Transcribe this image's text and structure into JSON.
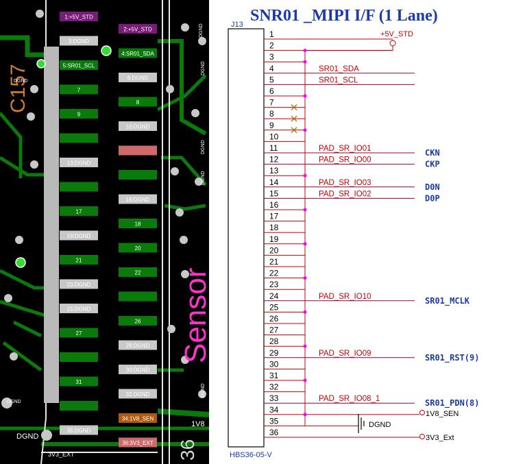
{
  "pcb": {
    "silk_ref": "C157",
    "silk_sensor": "Sensor",
    "silk_pin36": "36",
    "silk_1v8": "1V8",
    "side_labels": [
      "DGND",
      "DGND",
      "DGND",
      "DGND",
      "DGND",
      "DGND",
      "DGND"
    ],
    "pads_left": [
      {
        "label": "1:+5V_STD",
        "kind": "purple"
      },
      {
        "label": "3:DGND",
        "kind": "grey"
      },
      {
        "label": "5:SR01_SCL",
        "kind": "green"
      },
      {
        "label": "7",
        "kind": "green"
      },
      {
        "label": "9",
        "kind": "green"
      },
      {
        "label": "",
        "kind": "green"
      },
      {
        "label": "13:DGND",
        "kind": "grey"
      },
      {
        "label": "",
        "kind": "green"
      },
      {
        "label": "17",
        "kind": "green"
      },
      {
        "label": "19:DGND",
        "kind": "grey"
      },
      {
        "label": "21",
        "kind": "green"
      },
      {
        "label": "23:DGND",
        "kind": "grey"
      },
      {
        "label": "25:DGND",
        "kind": "grey"
      },
      {
        "label": "27",
        "kind": "green"
      },
      {
        "label": "",
        "kind": "green"
      },
      {
        "label": "31",
        "kind": "green"
      },
      {
        "label": "",
        "kind": "green"
      },
      {
        "label": "35:DGND",
        "kind": "grey"
      }
    ],
    "pads_right": [
      {
        "label": "2:+5V_STD",
        "kind": "purple"
      },
      {
        "label": "4:SR01_SDA",
        "kind": "green"
      },
      {
        "label": "6:DGND",
        "kind": "grey"
      },
      {
        "label": "8",
        "kind": "green"
      },
      {
        "label": "10:DGND",
        "kind": "grey"
      },
      {
        "label": "",
        "kind": "pink"
      },
      {
        "label": "",
        "kind": "green"
      },
      {
        "label": "16:DGND",
        "kind": "grey"
      },
      {
        "label": "18",
        "kind": "green"
      },
      {
        "label": "20",
        "kind": "green"
      },
      {
        "label": "22",
        "kind": "green"
      },
      {
        "label": "",
        "kind": "green"
      },
      {
        "label": "26",
        "kind": "green"
      },
      {
        "label": "28:DGND",
        "kind": "grey"
      },
      {
        "label": "30:DGND",
        "kind": "grey"
      },
      {
        "label": "32:DGND",
        "kind": "grey"
      },
      {
        "label": "34:1V8_SEN",
        "kind": "orange"
      },
      {
        "label": "36:3V3_EXT",
        "kind": "pink"
      }
    ],
    "bottom_left_label": "DGND",
    "bottom_trace_label": "3V3_EXT"
  },
  "schematic": {
    "title": "SNR01 _MIPI I/F (1  Lane)",
    "ref": "J13",
    "part": "HBS36-05-V",
    "pins": [
      "1",
      "2",
      "3",
      "4",
      "5",
      "6",
      "7",
      "8",
      "9",
      "10",
      "11",
      "12",
      "13",
      "14",
      "15",
      "16",
      "17",
      "18",
      "19",
      "20",
      "21",
      "22",
      "23",
      "24",
      "25",
      "26",
      "27",
      "28",
      "29",
      "30",
      "31",
      "32",
      "33",
      "34",
      "35",
      "36"
    ],
    "power_top": "+5V_STD",
    "nets": [
      {
        "pin": 4,
        "label": "SR01_SDA",
        "signal": ""
      },
      {
        "pin": 5,
        "label": "SR01_SCL",
        "signal": ""
      },
      {
        "pin": 11,
        "label": "PAD_SR_IO01",
        "signal": "CKN"
      },
      {
        "pin": 12,
        "label": "PAD_SR_IO00",
        "signal": "CKP"
      },
      {
        "pin": 14,
        "label": "PAD_SR_IO03",
        "signal": "D0N"
      },
      {
        "pin": 15,
        "label": "PAD_SR_IO02",
        "signal": "D0P"
      },
      {
        "pin": 24,
        "label": "PAD_SR_IO10",
        "signal": "SR01_MCLK"
      },
      {
        "pin": 29,
        "label": "PAD_SR_IO09",
        "signal": "SR01_RST(9)"
      },
      {
        "pin": 33,
        "label": "PAD_SR_IO08_1",
        "signal": "SR01_PDN(8)"
      }
    ],
    "port_1v8": "1V8_SEN",
    "port_3v3": "3V3_Ext",
    "gnd_label": "DGND"
  }
}
